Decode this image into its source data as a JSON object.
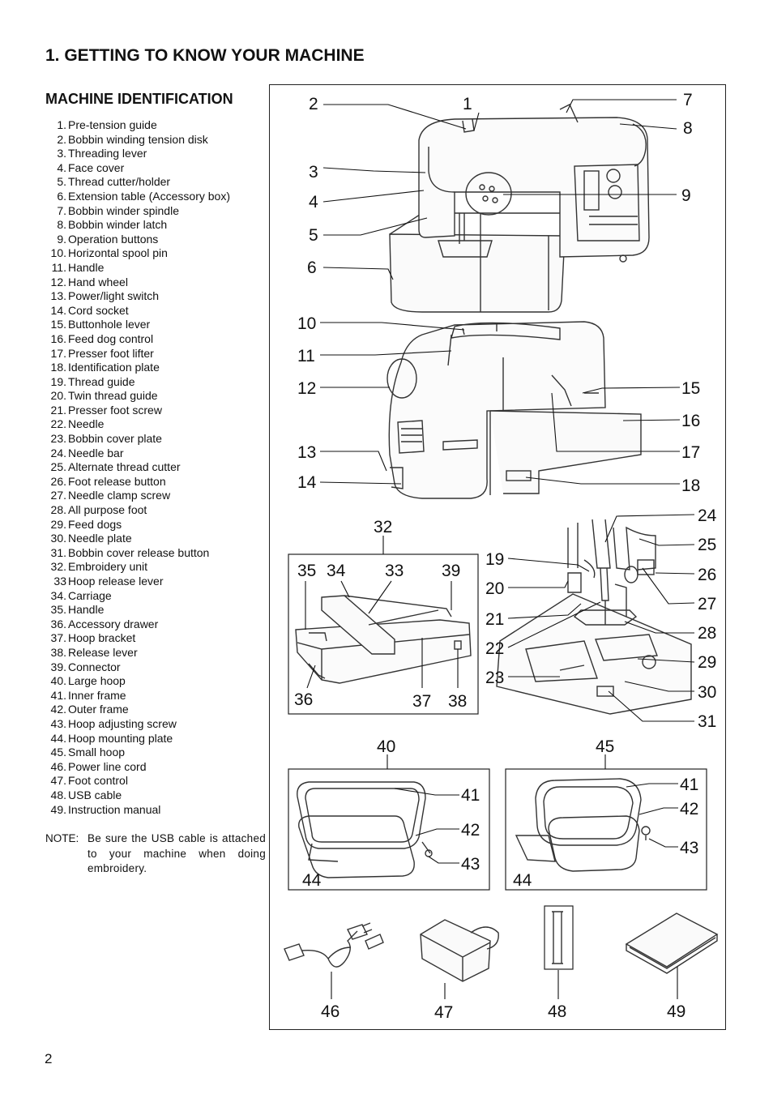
{
  "page": {
    "title": "1. GETTING TO KNOW YOUR MACHINE",
    "section_title": "MACHINE IDENTIFICATION",
    "page_number": "2"
  },
  "parts": [
    {
      "num": "1.",
      "label": "Pre-tension guide"
    },
    {
      "num": "2.",
      "label": "Bobbin winding tension disk"
    },
    {
      "num": "3.",
      "label": "Threading lever"
    },
    {
      "num": "4.",
      "label": "Face cover"
    },
    {
      "num": "5.",
      "label": "Thread cutter/holder"
    },
    {
      "num": "6.",
      "label": "Extension table (Accessory box)"
    },
    {
      "num": "7.",
      "label": "Bobbin winder spindle"
    },
    {
      "num": "8.",
      "label": "Bobbin winder latch"
    },
    {
      "num": "9.",
      "label": "Operation buttons"
    },
    {
      "num": "10.",
      "label": "Horizontal spool pin"
    },
    {
      "num": "11.",
      "label": "Handle"
    },
    {
      "num": "12.",
      "label": "Hand wheel"
    },
    {
      "num": "13.",
      "label": "Power/light switch"
    },
    {
      "num": "14.",
      "label": "Cord socket"
    },
    {
      "num": "15.",
      "label": "Buttonhole lever"
    },
    {
      "num": "16.",
      "label": "Feed dog control"
    },
    {
      "num": "17.",
      "label": "Presser foot lifter"
    },
    {
      "num": "18.",
      "label": "Identification plate"
    },
    {
      "num": "19.",
      "label": "Thread guide"
    },
    {
      "num": "20.",
      "label": "Twin thread guide"
    },
    {
      "num": "21.",
      "label": "Presser foot screw"
    },
    {
      "num": "22.",
      "label": "Needle"
    },
    {
      "num": "23.",
      "label": "Bobbin cover plate"
    },
    {
      "num": "24.",
      "label": "Needle bar"
    },
    {
      "num": "25.",
      "label": "Alternate thread cutter"
    },
    {
      "num": "26.",
      "label": "Foot release button"
    },
    {
      "num": "27.",
      "label": "Needle clamp screw"
    },
    {
      "num": "28.",
      "label": "All purpose foot"
    },
    {
      "num": "29.",
      "label": "Feed dogs"
    },
    {
      "num": "30.",
      "label": "Needle plate"
    },
    {
      "num": "31.",
      "label": "Bobbin cover release button"
    },
    {
      "num": "32.",
      "label": "Embroidery unit"
    },
    {
      "num": "33",
      "label": "Hoop release lever"
    },
    {
      "num": "34.",
      "label": "Carriage"
    },
    {
      "num": "35.",
      "label": "Handle"
    },
    {
      "num": "36.",
      "label": "Accessory drawer"
    },
    {
      "num": "37.",
      "label": "Hoop bracket"
    },
    {
      "num": "38.",
      "label": "Release lever"
    },
    {
      "num": "39.",
      "label": "Connector"
    },
    {
      "num": "40.",
      "label": "Large hoop"
    },
    {
      "num": "41.",
      "label": "Inner frame"
    },
    {
      "num": "42.",
      "label": "Outer frame"
    },
    {
      "num": "43.",
      "label": "Hoop adjusting screw"
    },
    {
      "num": "44.",
      "label": "Hoop mounting plate"
    },
    {
      "num": "45.",
      "label": "Small hoop"
    },
    {
      "num": "46.",
      "label": "Power line cord"
    },
    {
      "num": "47.",
      "label": "Foot control"
    },
    {
      "num": "48.",
      "label": "USB cable"
    },
    {
      "num": "49.",
      "label": "Instruction manual"
    }
  ],
  "note": {
    "label": "NOTE:",
    "text": "Be sure the USB cable is attached to your machine when doing embroidery."
  },
  "callouts": {
    "c1": "1",
    "c2": "2",
    "c3": "3",
    "c4": "4",
    "c5": "5",
    "c6": "6",
    "c7": "7",
    "c8": "8",
    "c9": "9",
    "c10": "10",
    "c11": "11",
    "c12": "12",
    "c13": "13",
    "c14": "14",
    "c15": "15",
    "c16": "16",
    "c17": "17",
    "c18": "18",
    "c19": "19",
    "c20": "20",
    "c21": "21",
    "c22": "22",
    "c23": "23",
    "c24": "24",
    "c25": "25",
    "c26": "26",
    "c27": "27",
    "c28": "28",
    "c29": "29",
    "c30": "30",
    "c31": "31",
    "c32": "32",
    "c33": "33",
    "c34": "34",
    "c35": "35",
    "c36": "36",
    "c37": "37",
    "c38": "38",
    "c39": "39",
    "c40": "40",
    "c41": "41",
    "c42": "42",
    "c43": "43",
    "c44": "44",
    "c45": "45",
    "c46": "46",
    "c47": "47",
    "c48": "48",
    "c49": "49",
    "c41b": "41",
    "c42b": "42",
    "c43b": "43",
    "c44b": "44"
  }
}
